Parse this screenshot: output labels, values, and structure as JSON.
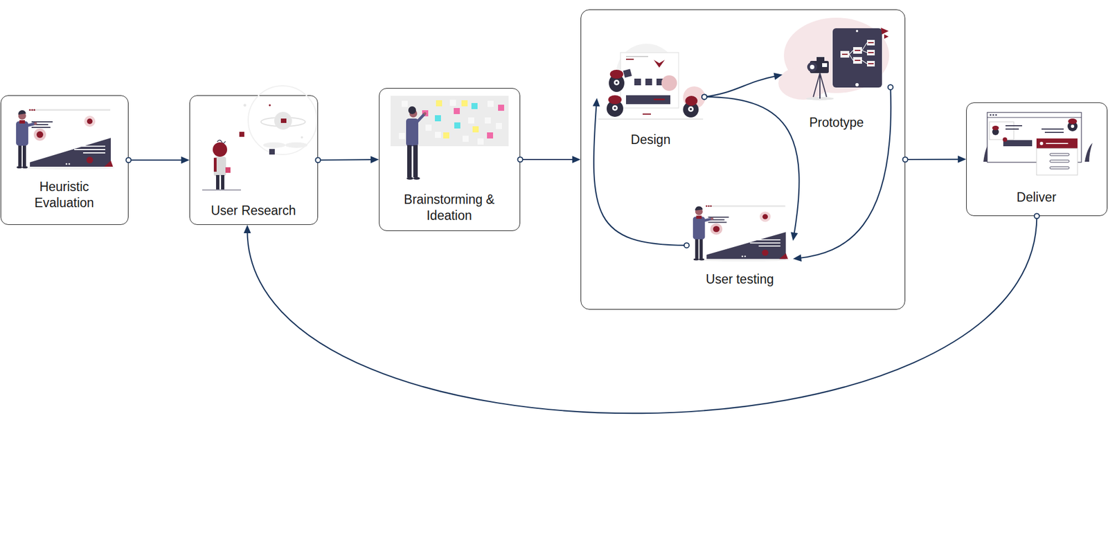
{
  "diagram": {
    "nodes": [
      {
        "text": [
          "Heuristic Evaluation"
        ]
      },
      {
        "text": [
          "User Research"
        ]
      },
      {
        "text": [
          "Brainstorming & Ideation"
        ]
      },
      {
        "text": []
      },
      {
        "text": [
          "Design"
        ],
        "in": 3
      },
      {
        "text": [
          "Prototype"
        ],
        "in": 3
      },
      {
        "text": [
          "User testing"
        ],
        "in": 3
      },
      {
        "text": [
          "Deliver"
        ]
      }
    ],
    "edges": [
      {
        "from": 0,
        "to": 1,
        "arrow": "to"
      },
      {
        "from": 1,
        "to": 2,
        "arrow": "to"
      },
      {
        "from": 2,
        "to": 3,
        "arrow": "to"
      },
      {
        "from": 4,
        "to": 5,
        "arrow": "to"
      },
      {
        "from": 4,
        "to": 6,
        "arrow": "to"
      },
      {
        "from": 5,
        "to": 6,
        "arrow": "to"
      },
      {
        "from": 6,
        "to": 4,
        "arrow": "to"
      },
      {
        "from": 3,
        "to": 7,
        "arrow": "to"
      },
      {
        "from": 7,
        "to": 1,
        "arrow": "to"
      }
    ]
  }
}
